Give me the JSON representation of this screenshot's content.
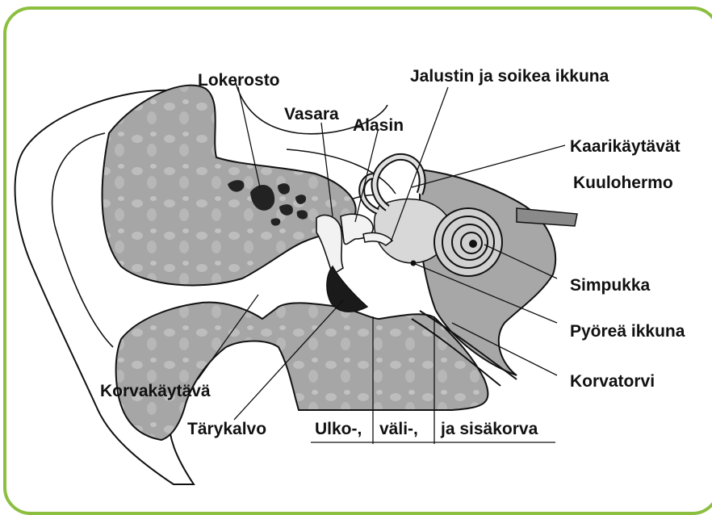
{
  "colors": {
    "frame": "#8cbf3f",
    "fill": "#a7a7a7",
    "fill_light": "#cfcfcf",
    "line": "#111111",
    "dark": "#222222"
  },
  "labels": {
    "lokerosto": "Lokerosto",
    "vasara": "Vasara",
    "alasin": "Alasin",
    "jalustin": "Jalustin ja soikea ikkuna",
    "kaarikaytavat": "Kaarikäytävät",
    "kuulohermo": "Kuulohermo",
    "simpukka": "Simpukka",
    "pyorea_ikkuna": "Pyöreä ikkuna",
    "korvatorvi": "Korvatorvi",
    "korvakaytava": "Korvakäytävä",
    "tarykalvo": "Tärykalvo",
    "ulko": "Ulko-,",
    "vali": "väli-,",
    "sisakorva": "ja sisäkorva"
  }
}
